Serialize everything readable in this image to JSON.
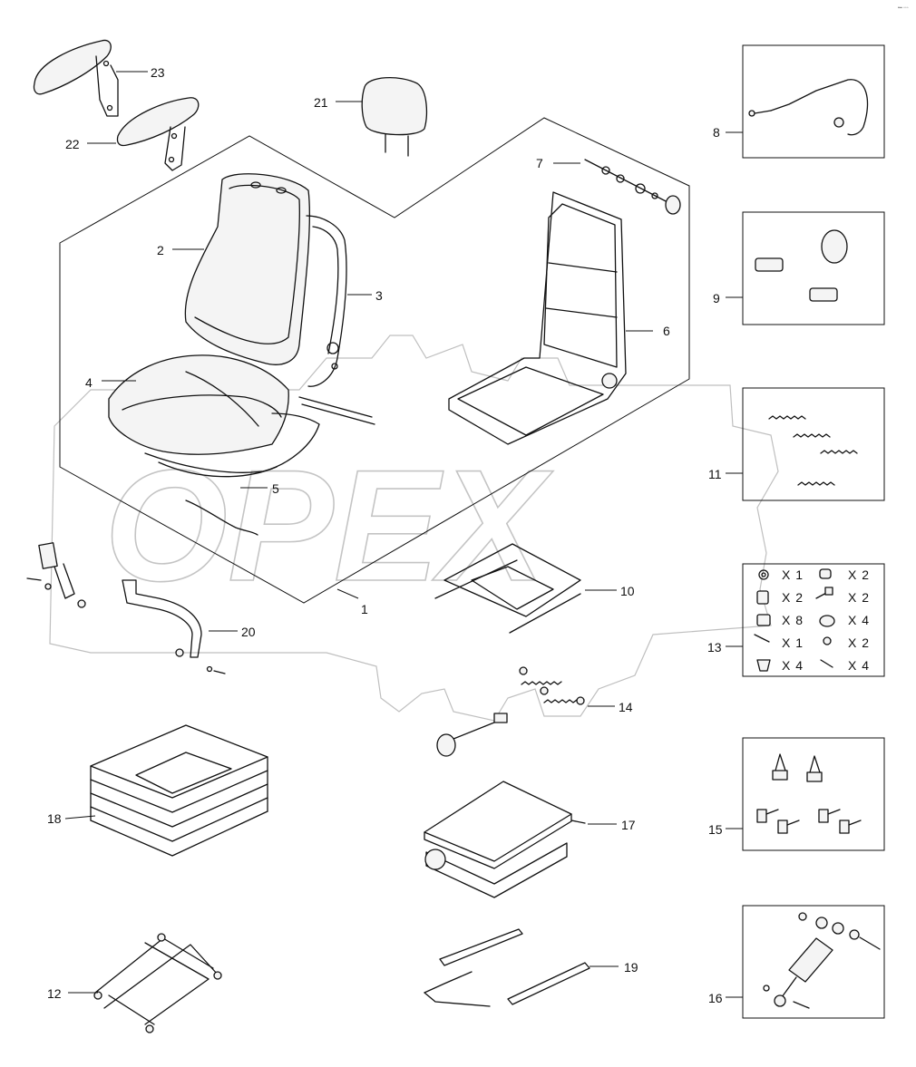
{
  "corner_mark": "•━ ▫▫▫",
  "watermark": "OPEX",
  "callouts": {
    "p1": "1",
    "p2": "2",
    "p3": "3",
    "p4": "4",
    "p5": "5",
    "p6": "6",
    "p7": "7",
    "p8": "8",
    "p9": "9",
    "p10": "10",
    "p11": "11",
    "p12": "12",
    "p13": "13",
    "p14": "14",
    "p15": "15",
    "p16": "16",
    "p17": "17",
    "p18": "18",
    "p19": "19",
    "p20": "20",
    "p21": "21",
    "p22": "22",
    "p23": "23"
  },
  "kit_13_quantities": [
    "X 1",
    "X 2",
    "X 2",
    "X 2",
    "X 8",
    "X 4",
    "X 1",
    "X 2",
    "X 4",
    "X 4"
  ]
}
